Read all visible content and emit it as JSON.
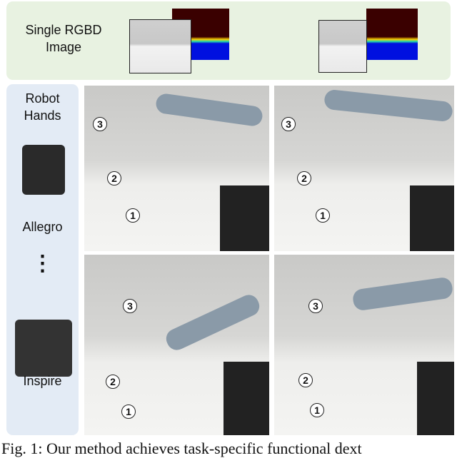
{
  "input_panel": {
    "label": "Single RGBD Image"
  },
  "hands_panel": {
    "title": "Robot Hands",
    "hands": [
      {
        "name": "Allegro"
      },
      {
        "name": "Inspire"
      }
    ],
    "ellipsis": "⋮"
  },
  "photos": [
    {
      "hand": "Allegro",
      "markers": [
        "3",
        "2",
        "1"
      ]
    },
    {
      "hand": "Allegro",
      "markers": [
        "3",
        "2",
        "1"
      ]
    },
    {
      "hand": "Inspire",
      "markers": [
        "3",
        "2",
        "1"
      ]
    },
    {
      "hand": "Inspire",
      "markers": [
        "3",
        "2",
        "1"
      ]
    }
  ],
  "caption": "Fig. 1: Our method achieves task-specific functional dext"
}
